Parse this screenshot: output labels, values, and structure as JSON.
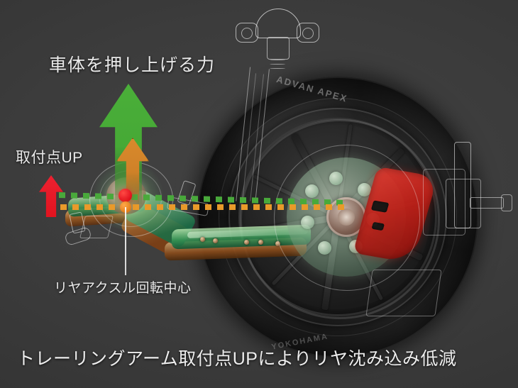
{
  "figure": {
    "title_caption": "トレーリングアーム取付点UPによりリヤ沈み込み低減",
    "subject": "rear suspension trailing arm x-ray cutaway"
  },
  "labels": {
    "push_force": "車体を押し上げる力",
    "mount_up": "取付点UP",
    "axle_center": "リヤアクスル回転中心"
  },
  "tire": {
    "brand_top": "ADVAN APEX",
    "brand_bottom": "YOKOHAMA"
  },
  "markers": {
    "new_pivot_name": "new trailing arm mounting point",
    "old_pivot_name": "previous trailing arm mounting point"
  },
  "colors": {
    "background": "#3a3a3a",
    "push_force_arrow": "#4aaf39",
    "previous_arrow": "#d98a2c",
    "mount_up_arrow": "#e8192c",
    "new_line": "#49a93b",
    "old_line": "#e99a2a",
    "caliper": "#c12018",
    "text": "#e9e9e9"
  },
  "icons": {
    "green_arrow": "arrow-up-icon",
    "orange_arrow": "arrow-up-icon",
    "red_arrow": "arrow-up-icon"
  }
}
